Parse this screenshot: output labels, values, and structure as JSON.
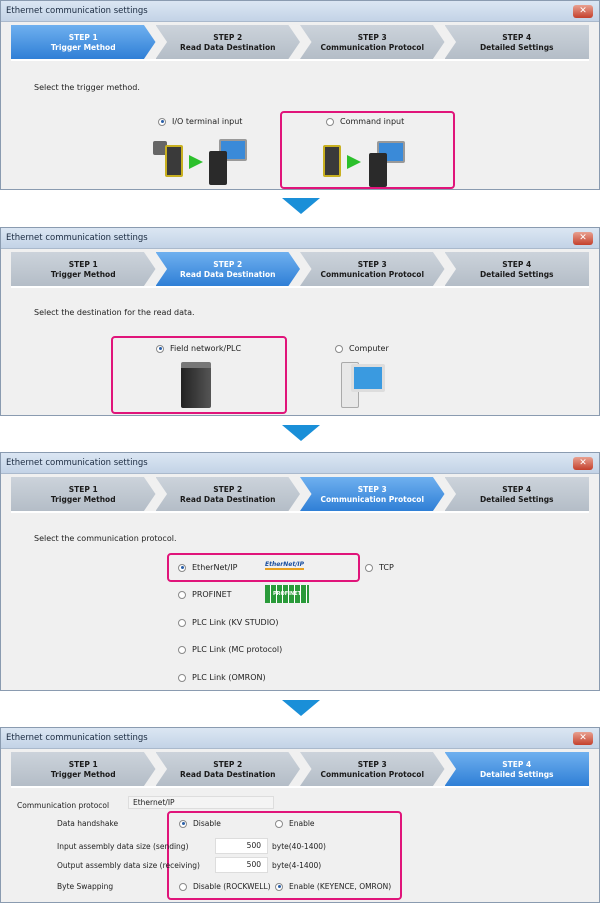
{
  "window_title": "Ethernet communication settings",
  "close_label": "x",
  "steps": [
    {
      "num": "STEP 1",
      "label": "Trigger Method"
    },
    {
      "num": "STEP 2",
      "label": "Read Data Destination"
    },
    {
      "num": "STEP 3",
      "label": "Communication Protocol"
    },
    {
      "num": "STEP 4",
      "label": "Detailed Settings"
    }
  ],
  "panel1": {
    "prompt": "Select the trigger method.",
    "options": [
      {
        "label": "I/O terminal input",
        "selected": true
      },
      {
        "label": "Command input",
        "selected": false
      }
    ]
  },
  "panel2": {
    "prompt": "Select the destination for the read data.",
    "options": [
      {
        "label": "Field network/PLC",
        "selected": true
      },
      {
        "label": "Computer",
        "selected": false
      }
    ]
  },
  "panel3": {
    "prompt": "Select the communication protocol.",
    "options": [
      {
        "label": "EtherNet/IP",
        "selected": true
      },
      {
        "label": "TCP",
        "selected": false
      },
      {
        "label": "PROFINET",
        "selected": false
      },
      {
        "label": "PLC Link (KV STUDIO)",
        "selected": false
      },
      {
        "label": "PLC Link (MC protocol)",
        "selected": false
      },
      {
        "label": "PLC Link (OMRON)",
        "selected": false
      }
    ],
    "logos": {
      "ethernetip": "EtherNet/IP",
      "profinet": "PROFI NET"
    }
  },
  "panel4": {
    "protocol_label": "Communication protocol",
    "protocol_value": "Ethernet/IP",
    "handshake_label": "Data handshake",
    "handshake_options": [
      {
        "label": "Disable",
        "selected": true
      },
      {
        "label": "Enable",
        "selected": false
      }
    ],
    "input_label": "Input assembly data size (sending)",
    "input_value": "500",
    "input_range": "byte(40-1400)",
    "output_label": "Output assembly data size (receiving)",
    "output_value": "500",
    "output_range": "byte(4-1400)",
    "swap_label": "Byte Swapping",
    "swap_options": [
      {
        "label": "Disable (ROCKWELL)",
        "selected": false
      },
      {
        "label": "Enable (KEYENCE, OMRON)",
        "selected": true
      }
    ]
  },
  "colors": {
    "highlight": "#e0147a",
    "active_step": "#2f7fd6",
    "arrow": "#1a8fd8"
  }
}
